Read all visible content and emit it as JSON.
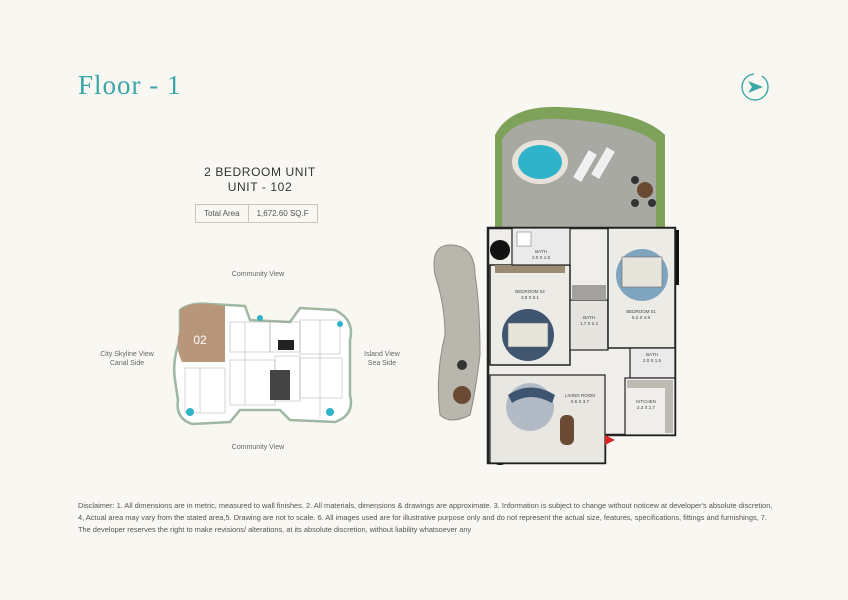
{
  "page": {
    "floor_title": "Floor - 1",
    "unit_heading": "2 BEDROOM UNIT",
    "unit_number": "UNIT - 102",
    "total_area_label": "Total Area",
    "total_area_value": "1,672.60 SQ.F"
  },
  "keyplan": {
    "top_view": "Community View",
    "bottom_view": "Community View",
    "left_view_line1": "City Skyline View",
    "left_view_line2": "Canal Side",
    "right_view_line1": "Island View",
    "right_view_line2": "Sea Side",
    "highlight_unit": "02"
  },
  "rooms": {
    "bath_1": "BATH",
    "bath_1_dim": "2.0 X 1.5",
    "bedroom_02": "BEDROOM 02",
    "bedroom_02_dim": "3.8 X 5.1",
    "bath_2": "BATH",
    "bath_2_dim": "1.7 X 2.4",
    "bedroom_01": "BEDROOM 01",
    "bedroom_01_dim": "5.2 X 4.9",
    "bath_3": "BATH",
    "bath_3_dim": "2.0 X 1.5",
    "living_room": "LIVING ROOM",
    "living_room_dim": "6.5 X 3.7",
    "kitchen": "KITCHEN",
    "kitchen_dim": "2.3 X 2.7"
  },
  "disclaimer": "Disclaimer: 1. All dimensions are in metric, measured to wall finishes. 2. All materials, dimensions & drawings are approximate. 3. Information is subject to change without noticew at developer's absolute discretion, 4, Actual area may vary from the stated area,5. Drawing are not to scale. 6. All images used are for illustrative purpose only and do not represent the actual size, features, specifications, fittings and furnishings, 7. The developer reserves the right to make revisions/ alterations, at its absolute discretion, without liability whatsoever any",
  "colors": {
    "accent": "#3aa7a6",
    "background": "#f9f7f2",
    "pool": "#2fb3c9",
    "garden": "#7fa25a",
    "entry_arrow": "#d62828"
  },
  "icons": {
    "compass": "compass-icon",
    "entry": "entry-arrow-icon"
  }
}
